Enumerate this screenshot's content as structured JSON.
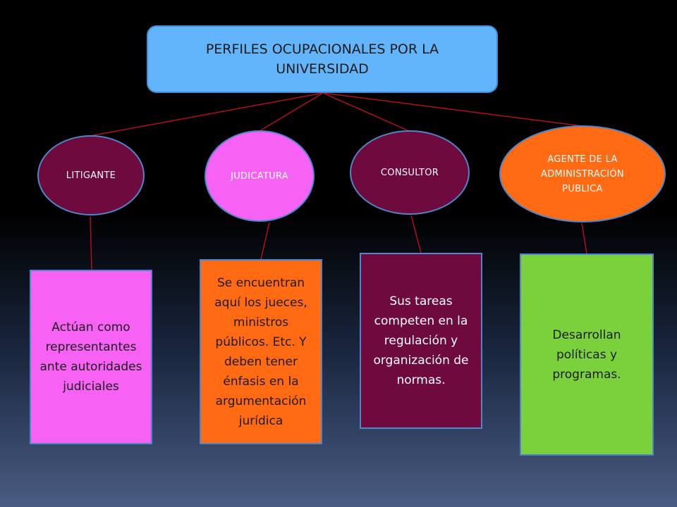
{
  "title": "PERFILES OCUPACIONALES POR LA UNIVERSIDAD",
  "nodes": [
    {
      "label": "LITIGANTE",
      "description": "Actúan como representantes ante autoridades judiciales"
    },
    {
      "label": "JUDICATURA",
      "description": "Se encuentran aquí los jueces, ministros públicos. Etc. Y deben tener énfasis en la argumentación jurídica"
    },
    {
      "label": "CONSULTOR",
      "description": "Sus tareas competen en la regulación y organización de normas."
    },
    {
      "label": "AGENTE DE LA ADMINISTRACIÓN PUBLICA",
      "description": "Desarrollan políticas y programas."
    }
  ],
  "colors": {
    "title_fill": "#62b4fb",
    "connector": "#b0101a",
    "maroon": "#6f0a3e",
    "pink": "#f762f5",
    "orange": "#ff6a12",
    "green": "#7bd13b"
  }
}
